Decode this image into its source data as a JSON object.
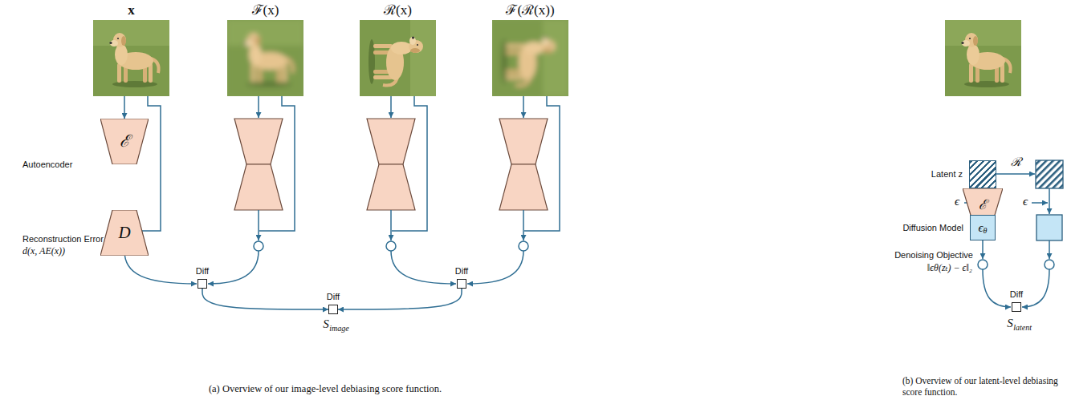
{
  "diagram": {
    "nodes": [
      {
        "text": [
          "x"
        ]
      },
      {
        "text": [
          "ℱ(x)"
        ]
      },
      {
        "text": [
          "ℛ(x)"
        ]
      },
      {
        "text": [
          "ℱ(ℛ(x))"
        ]
      },
      {
        "text": [
          "ℰ"
        ]
      },
      {
        "text": [
          "D"
        ]
      },
      {
        "text": [
          "Diff"
        ]
      },
      {
        "text": [
          "Diff"
        ]
      },
      {
        "text": [
          "Diff"
        ]
      },
      {
        "text": [
          "ℰ"
        ]
      },
      {
        "text": [
          "Latent z"
        ]
      },
      {
        "text": [
          "Diffusion Model",
          "ϵ",
          "θ"
        ]
      },
      {
        "text": [
          "Diff"
        ]
      }
    ],
    "edges": [
      {
        "from": 0,
        "to": 4,
        "arrow": "to"
      },
      {
        "from": 6,
        "to": 8,
        "arrow": "to"
      },
      {
        "from": 7,
        "to": 8,
        "arrow": "to"
      },
      {
        "from": 9,
        "to": 10,
        "arrow": "to"
      },
      {
        "from": 10,
        "to": 11,
        "arrow": "to"
      }
    ],
    "labels": [
      "Autoencoder",
      "Reconstruction Error",
      "d(x, AE(x))",
      "S",
      "image",
      "ϵ",
      "ϵ",
      "ℛ",
      "Denoising Objective",
      "‖ϵθ(zₜ) − ϵ‖₂",
      "S",
      "latent",
      "(a) Overview of our image-level debiasing score function.",
      "(b) Overview of our latent-level debiasing score function."
    ]
  }
}
